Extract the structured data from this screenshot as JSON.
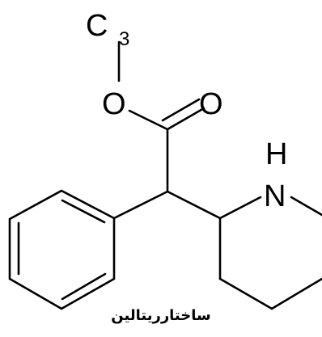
{
  "molecule": {
    "atoms": {
      "carbon": "C",
      "hydrogen_count": "3",
      "ester_oxygen": "O",
      "carbonyl_oxygen": "O",
      "nitrogen": "N",
      "nitrogen_hydrogen": "H"
    }
  },
  "caption": "ساختارریتالین"
}
